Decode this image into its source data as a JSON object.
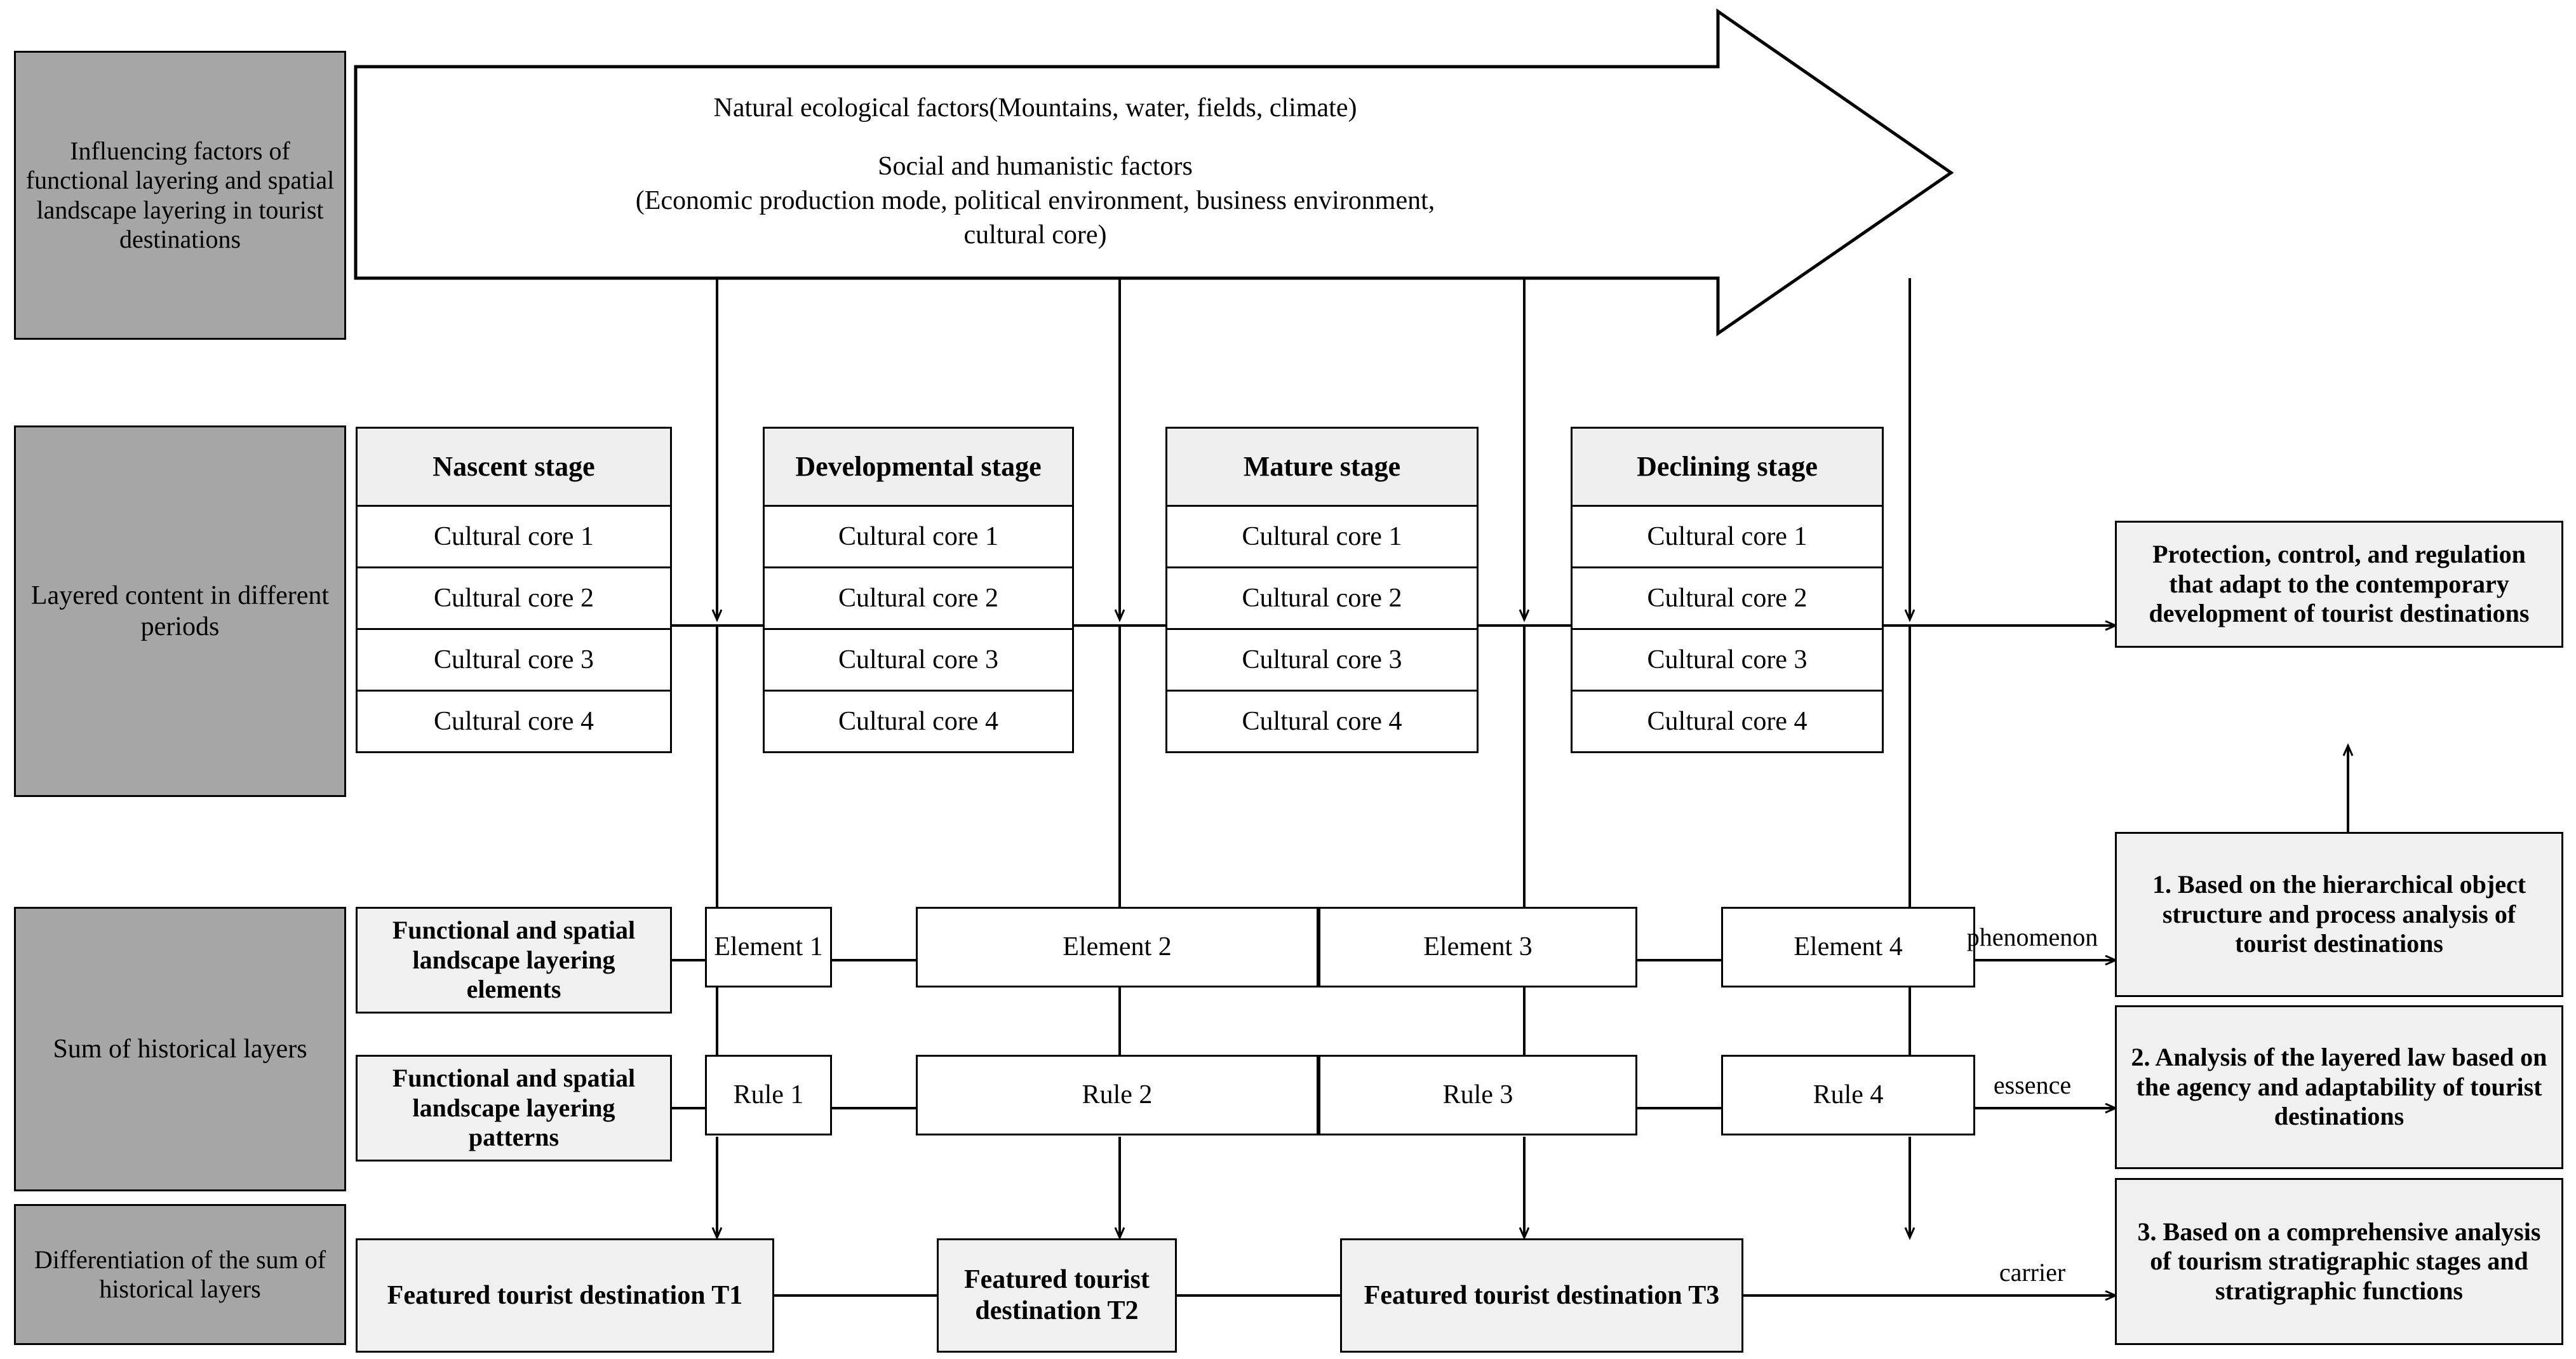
{
  "colors": {
    "gray_label": "#a6a6a6",
    "light_fill": "#f0f0f0",
    "white_fill": "#ffffff",
    "stroke": "#000000"
  },
  "row_labels": [
    {
      "id": "influencing-factors",
      "text": "Influencing factors of functional layering and spatial landscape layering in tourist destinations"
    },
    {
      "id": "layered-content",
      "text": "Layered content in different periods"
    },
    {
      "id": "sum-historical",
      "text": "Sum of historical layers"
    },
    {
      "id": "differentiation",
      "text": "Differentiation of the sum of historical layers"
    }
  ],
  "banner": {
    "line1": "Natural ecological factors(Mountains, water, fields, climate)",
    "line2": "Social and humanistic factors",
    "line3": "(Economic production mode, political environment, business environment,",
    "line4": "cultural core)"
  },
  "stages": [
    {
      "title": "Nascent stage",
      "cells": [
        "Cultural core 1",
        "Cultural core 2",
        "Cultural core 3",
        "Cultural core 4"
      ]
    },
    {
      "title": "Developmental stage",
      "cells": [
        "Cultural core 1",
        "Cultural core 2",
        "Cultural core 3",
        "Cultural core 4"
      ]
    },
    {
      "title": "Mature stage",
      "cells": [
        "Cultural core 1",
        "Cultural core 2",
        "Cultural core 3",
        "Cultural core 4"
      ]
    },
    {
      "title": "Declining stage",
      "cells": [
        "Cultural core 1",
        "Cultural core 2",
        "Cultural core 3",
        "Cultural core 4"
      ]
    }
  ],
  "outcome_box": "Protection, control, and regulation that adapt to the contemporary development of tourist destinations",
  "side_boxes": [
    {
      "id": "elements-caption",
      "text": "Functional and spatial landscape layering elements"
    },
    {
      "id": "patterns-caption",
      "text": "Functional and spatial landscape layering patterns"
    }
  ],
  "elements_row": [
    "Element 1",
    "Element 2",
    "Element 3",
    "Element 4"
  ],
  "rules_row": [
    "Rule 1",
    "Rule 2",
    "Rule 3",
    "Rule 4"
  ],
  "destinations_row": [
    "Featured tourist destination T1",
    "Featured tourist destination T2",
    "Featured tourist destination T3"
  ],
  "connector_labels": [
    "phenomenon",
    "essence",
    "carrier"
  ],
  "conclusions": [
    "1. Based on the hierarchical object structure and process analysis of tourist destinations",
    "2. Analysis of the layered law based on the agency and adaptability of tourist destinations",
    "3. Based on a comprehensive analysis of tourism stratigraphic stages and stratigraphic functions"
  ]
}
